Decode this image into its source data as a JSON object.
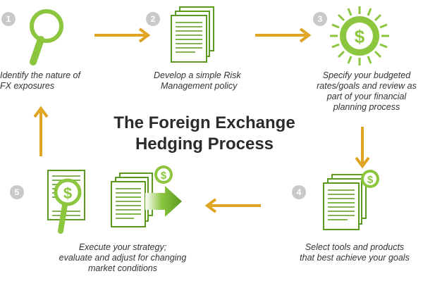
{
  "title": {
    "line1": "The Foreign Exchange",
    "line2": "Hedging Process"
  },
  "colors": {
    "green": "#8cc63f",
    "dark_green": "#5a9a1f",
    "gold": "#e0a424",
    "number_grey": "#c9c9c9"
  },
  "steps": [
    {
      "number": "1",
      "icon": "magnifier-icon",
      "line1": "Identify the nature of",
      "line2": "FX exposures"
    },
    {
      "number": "2",
      "icon": "documents-icon",
      "line1": "Develop a simple Risk",
      "line2": "Management policy"
    },
    {
      "number": "3",
      "icon": "dollar-badge-icon",
      "line1": "Specify your budgeted",
      "line2": "rates/goals and review as",
      "line3": "part of your financial",
      "line4": "planning process"
    },
    {
      "number": "4",
      "icon": "documents-dollar-icon",
      "line1": "Select tools and products",
      "line2": "that best achieve your goals"
    },
    {
      "number": "5",
      "icon": "document-magnifier-dollar-icon",
      "line1": "Execute your strategy;",
      "line2": "evaluate and adjust for changing",
      "line3": "market conditions",
      "icon2": "documents-arrow-icon"
    }
  ]
}
